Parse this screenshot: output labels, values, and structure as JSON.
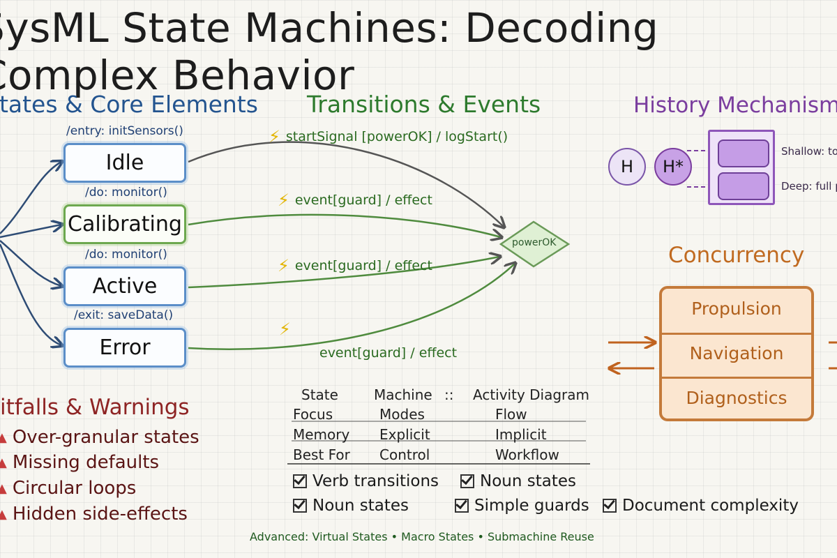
{
  "title": "SysML State Machines: Decoding Complex Behavior",
  "sections": {
    "states": "States & Core Elements",
    "transitions": "Transitions & Events",
    "history": "History Mechanisms",
    "concurrency": "Concurrency",
    "pitfalls": "Pitfalls & Warnings"
  },
  "states": [
    {
      "label": "Idle",
      "action": "/entry: initSensors()"
    },
    {
      "label": "Calibrating",
      "action": "/do: monitor()"
    },
    {
      "label": "Active",
      "action": "/do: monitor()"
    },
    {
      "label": "Error",
      "action": "/exit: saveData()"
    }
  ],
  "transitions": [
    "startSignal [powerOK] / logStart()",
    "event[guard] / effect",
    "event[guard] / effect",
    "event[guard] / effect"
  ],
  "choice_label": "powerOK",
  "history": {
    "shallow_symbol": "H",
    "deep_symbol": "H*",
    "shallow_note": "Shallow: to",
    "deep_note": "Deep: full p"
  },
  "concurrency_regions": [
    "Propulsion",
    "Navigation",
    "Diagnostics"
  ],
  "pitfalls": [
    "Over-granular states",
    "Missing defaults",
    "Circular loops",
    "Hidden side-effects"
  ],
  "comparison": {
    "headers": [
      "State",
      "Machine",
      "::",
      "Activity Diagram"
    ],
    "rows": [
      [
        "Focus",
        "Modes",
        "Flow"
      ],
      [
        "Memory",
        "Explicit",
        "Implicit"
      ],
      [
        "Best For",
        "Control",
        "Workflow"
      ]
    ]
  },
  "checklist": [
    "Verb transitions",
    "Noun states",
    "Noun states",
    "Simple guards",
    "Document complexity"
  ],
  "footer": "Advanced: Virtual States • Macro States • Submachine Reuse"
}
